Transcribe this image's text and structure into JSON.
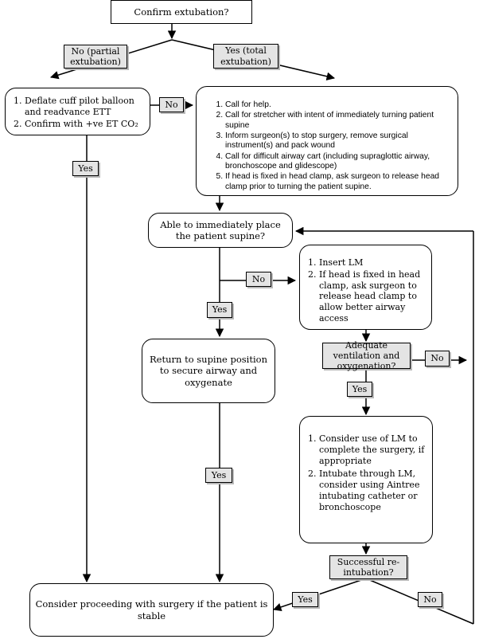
{
  "start": "Confirm extubation?",
  "no_partial": "No (partial extubation)",
  "yes_total": "Yes (total extubation)",
  "partial_steps": [
    "Deflate cuff pilot balloon and readvance ETT",
    "Confirm with +ve ET CO₂"
  ],
  "total_steps": [
    "Call for help.",
    "Call for stretcher with intent of immediately turning patient supine",
    "Inform surgeon(s) to stop surgery, remove surgical instrument(s) and pack wound",
    "Call for difficult airway cart (including supraglottic airway, bronchoscope and glidescope)",
    "If head is fixed in head clamp, ask surgeon to release head clamp prior to turning the patient supine."
  ],
  "supine_question": "Able to immediately place the patient supine?",
  "lm_steps": [
    "Insert LM",
    "If head is fixed in head clamp, ask surgeon to release head clamp to allow better airway access"
  ],
  "return_supine": "Return to supine position to secure airway and oxygenate",
  "ventilation_question": "Adequate ventilation and oxygenation?",
  "lm_surgery_steps": [
    "Consider use of LM to complete the surgery, if appropriate",
    "Intubate through LM, consider using Aintree intubating catheter or bronchoscope"
  ],
  "reintubation_question": "Successful re-intubation?",
  "final": "Consider proceeding with surgery if the patient is stable",
  "labels": {
    "no": "No",
    "yes": "Yes"
  }
}
